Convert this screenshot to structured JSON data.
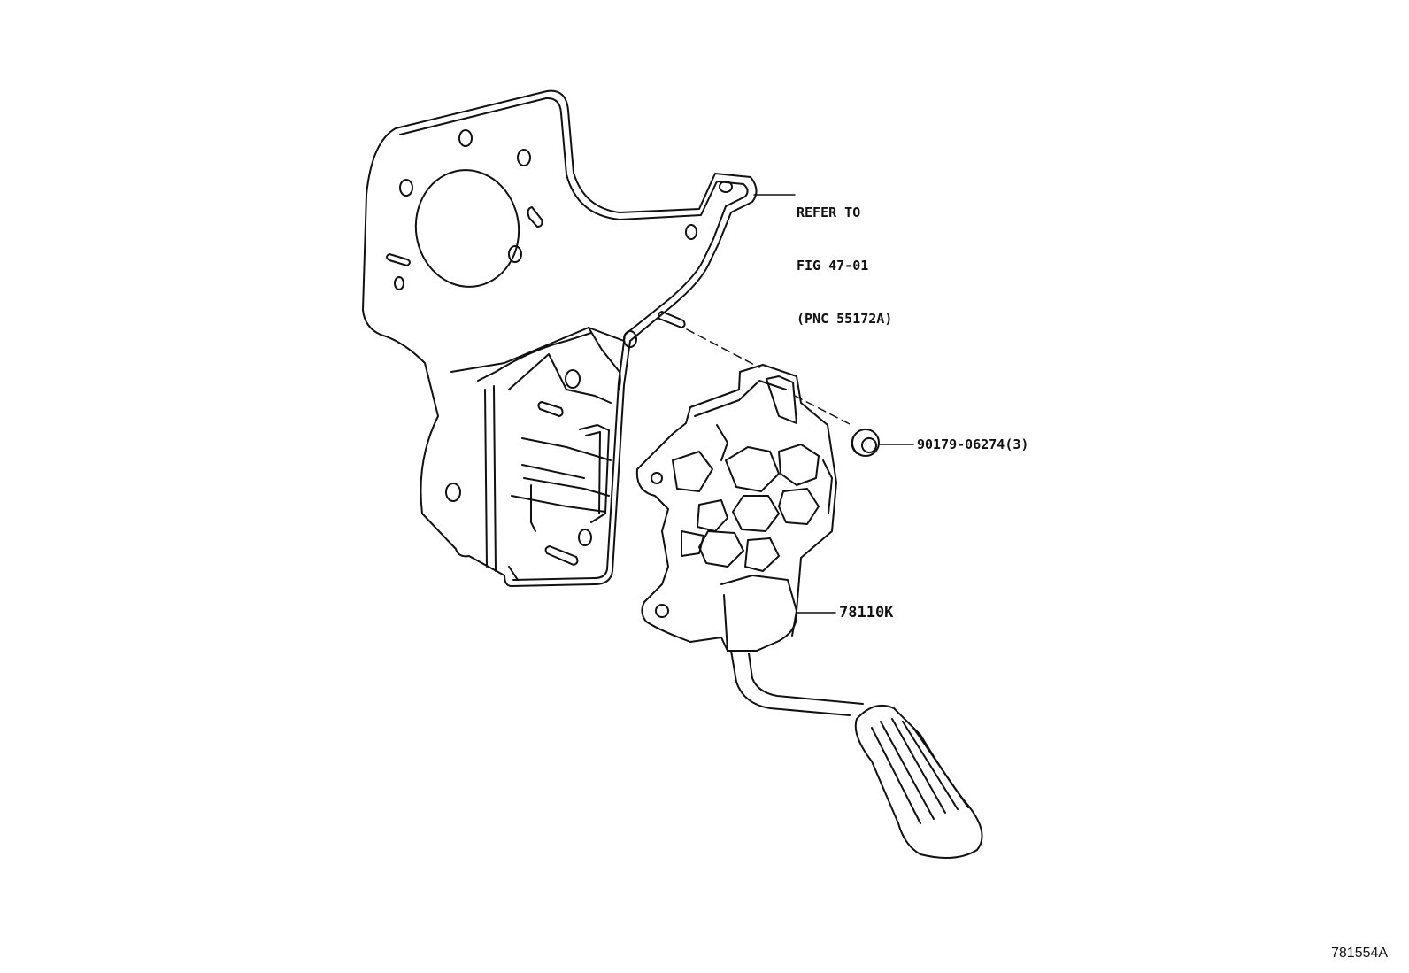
{
  "callouts": {
    "bracket_reference": {
      "line1": "REFER TO",
      "line2": "FIG 47-01",
      "line3": "(PNC 55172A)"
    },
    "nut_part": "90179-06274(3)",
    "pedal_assembly_part": "78110K"
  },
  "figure_id": "781554A",
  "colors": {
    "line": "#111111",
    "background": "#ffffff"
  }
}
